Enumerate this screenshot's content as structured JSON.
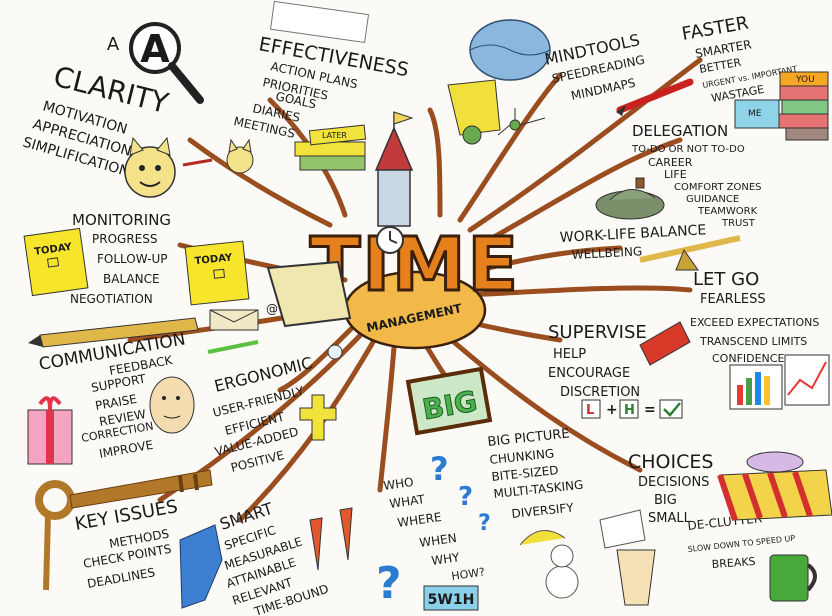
{
  "center": {
    "title": "TIME",
    "subtitle": "MANAGEMENT"
  },
  "branches": {
    "clarity": {
      "title": "CLARITY",
      "items": [
        "MOTIVATION",
        "APPRECIATION",
        "SIMPLIFICATION"
      ],
      "letter": "A"
    },
    "effectiveness": {
      "title": "EFFECTIVENESS",
      "items": [
        "ACTION PLANS",
        "PRIORITIES",
        "GOALS",
        "DIARIES",
        "MEETINGS"
      ],
      "book_label": "LATER"
    },
    "mindtools": {
      "title": "MINDTOOLS",
      "items": [
        "SPEEDREADING",
        "MINDMAPS"
      ]
    },
    "faster": {
      "title": "FASTER",
      "items": [
        "SMARTER",
        "BETTER",
        "URGENT vs. IMPORTANT",
        "WASTAGE"
      ],
      "book_labels": [
        "YOU",
        "ME"
      ]
    },
    "delegation": {
      "title": "DELEGATION",
      "items": [
        "TO-DO OR NOT TO-DO",
        "CAREER",
        "LIFE",
        "COMFORT ZONES",
        "GUIDANCE",
        "TEAMWORK",
        "TRUST"
      ]
    },
    "worklife": {
      "title": "WORK-LIFE BALANCE",
      "items": [
        "WELLBEING"
      ]
    },
    "letgo": {
      "title": "LET GO",
      "items": [
        "FEARLESS",
        "EXCEED EXPECTATIONS",
        "TRANSCEND LIMITS",
        "CONFIDENCE"
      ]
    },
    "supervise": {
      "title": "SUPERVISE",
      "items": [
        "HELP",
        "ENCOURAGE",
        "DISCRETION"
      ],
      "equation": [
        "L",
        "+",
        "H",
        "="
      ]
    },
    "choices": {
      "title": "CHOICES",
      "items": [
        "DECISIONS",
        "BIG",
        "SMALL",
        "DE-CLUTTER",
        "SLOW DOWN TO SPEED UP",
        "BREAKS"
      ]
    },
    "big": {
      "sign": "BIG",
      "items": [
        "BIG PICTURE",
        "CHUNKING",
        "BITE-SIZED",
        "MULTI-TASKING",
        "DIVERSIFY"
      ]
    },
    "who": {
      "items": [
        "WHO",
        "WHAT",
        "WHERE",
        "WHEN",
        "WHY",
        "HOW?"
      ],
      "box": "5W1H"
    },
    "smart": {
      "title": "SMART",
      "items": [
        "SPECIFIC",
        "MEASURABLE",
        "ATTAINABLE",
        "RELEVANT",
        "TIME-BOUND"
      ]
    },
    "keyissues": {
      "title": "KEY ISSUES",
      "items": [
        "METHODS",
        "CHECK POINTS",
        "DEADLINES"
      ]
    },
    "ergonomic": {
      "title": "ERGONOMIC",
      "items": [
        "USER-FRIENDLY",
        "EFFICIENT",
        "VALUE-ADDED",
        "POSITIVE"
      ]
    },
    "communication": {
      "title": "COMMUNICATION",
      "items": [
        "FEEDBACK",
        "SUPPORT",
        "PRAISE",
        "REVIEW",
        "CORRECTION",
        "IMPROVE"
      ]
    },
    "monitoring": {
      "title": "MONITORING",
      "items": [
        "PROGRESS",
        "FOLLOW-UP",
        "BALANCE",
        "NEGOTIATION"
      ],
      "notes": [
        "TODAY",
        "TODAY"
      ]
    }
  },
  "colors": {
    "branch": "#9a4d1f",
    "center_fill": "#f2b94a",
    "letters": "#e5801c",
    "letters_outline": "#3a1f0c",
    "sticky": "#f7e52c"
  },
  "icons": [
    "magnifier-icon",
    "cat-icon",
    "brain-icon",
    "pen-icon",
    "book-stack-icon",
    "hat-icon",
    "seesaw-icon",
    "book-icon",
    "chart-icon",
    "cake-icon",
    "mug-icon",
    "snowman-icon",
    "question-marks-icon",
    "tie-icon",
    "carrot-icon",
    "key-icon",
    "cross-icon",
    "face-icon",
    "gift-icon",
    "envelope-icon",
    "pencil-icon",
    "sticky-note-icon"
  ]
}
